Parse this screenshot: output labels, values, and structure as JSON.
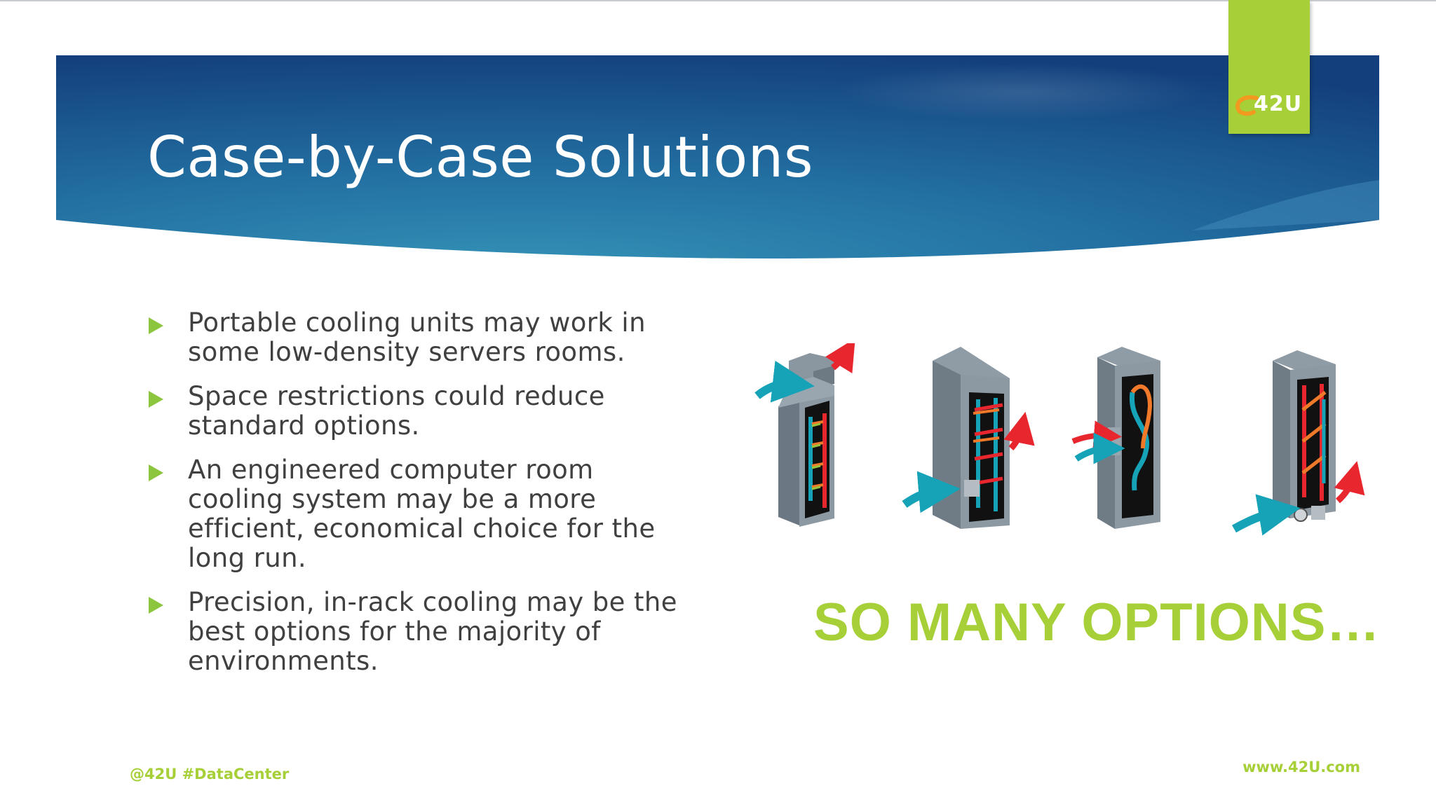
{
  "slide": {
    "title": "Case-by-Case Solutions",
    "logo": "42U",
    "bullets": [
      "Portable cooling units may work in\nsome low-density servers rooms.",
      "Space restrictions could reduce\nstandard options.",
      "An engineered computer room\ncooling system may be a more\nefficient, economical choice for the\nlong run.",
      "Precision, in-rack cooling may be the\nbest options for the majority of\nenvironments."
    ],
    "tagline": "SO MANY OPTIONS…",
    "footer_left": "@42U #DataCenter",
    "footer_right": "www.42U.com"
  },
  "colors": {
    "banner_dark": "#143f7a",
    "banner_light": "#2f8db3",
    "accent_green": "#a6cf38",
    "bullet_arrow": "#8cc63f",
    "body_text": "#404040",
    "airflow_cool": "#16a3b8",
    "airflow_hot": "#e8262e"
  },
  "icons": [
    "42u-logo",
    "bullet-arrow-icon",
    "rack-cooling-illustration"
  ]
}
